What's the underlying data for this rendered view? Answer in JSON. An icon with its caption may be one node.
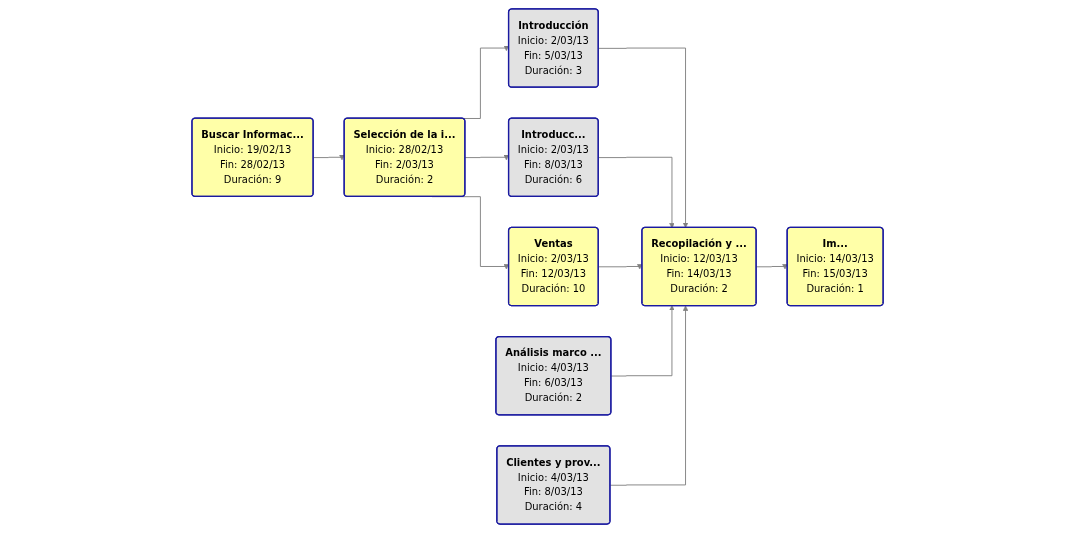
{
  "diagram": {
    "nodes": [
      {
        "text": [
          "Buscar Informac...",
          "Inicio: 19/02/13",
          "Fin: 28/02/13",
          "Duración: 9"
        ]
      },
      {
        "text": [
          "Selección de la i...",
          "Inicio: 28/02/13",
          "Fin: 2/03/13",
          "Duración: 2"
        ]
      },
      {
        "text": [
          "Introducción",
          "Inicio: 2/03/13",
          "Fin: 5/03/13",
          "Duración: 3"
        ]
      },
      {
        "text": [
          "Im...",
          "Inicio: 14/03/13",
          "Fin: 15/03/13",
          "Duración: 1"
        ]
      },
      {
        "text": [
          "Análisis marco ...",
          "Inicio: 4/03/13",
          "Fin: 6/03/13",
          "Duración: 2"
        ]
      },
      {
        "text": [
          "Introducc...",
          "Inicio: 2/03/13",
          "Fin: 8/03/13",
          "Duración: 6"
        ]
      },
      {
        "text": [
          "Clientes y prov...",
          "Inicio: 4/03/13",
          "Fin: 8/03/13",
          "Duración: 4"
        ]
      },
      {
        "text": [
          "Ventas",
          "Inicio: 2/03/13",
          "Fin: 12/03/13",
          "Duración: 10"
        ]
      },
      {
        "text": [
          "Recopilación y ...",
          "Inicio: 12/03/13",
          "Fin: 14/03/13",
          "Duración: 2"
        ]
      }
    ],
    "edges": [
      {
        "from": 0,
        "to": 1,
        "arrow": "to"
      },
      {
        "from": 1,
        "to": 2,
        "arrow": "to"
      },
      {
        "from": 1,
        "to": 5,
        "arrow": "to"
      },
      {
        "from": 1,
        "to": 7,
        "arrow": "to"
      },
      {
        "from": 2,
        "to": 8,
        "arrow": "to"
      },
      {
        "from": 5,
        "to": 8,
        "arrow": "to"
      },
      {
        "from": 7,
        "to": 8,
        "arrow": "to"
      },
      {
        "from": 4,
        "to": 8,
        "arrow": "to"
      },
      {
        "from": 6,
        "to": 8,
        "arrow": "to"
      },
      {
        "from": 8,
        "to": 3,
        "arrow": "to"
      }
    ]
  }
}
